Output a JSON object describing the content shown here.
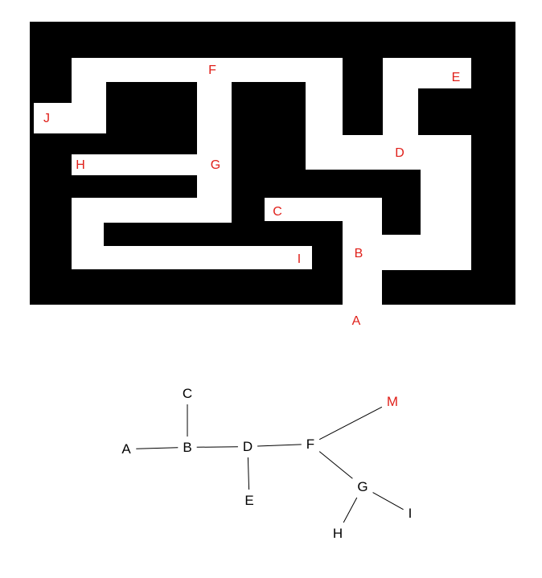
{
  "colors": {
    "background": "#ffffff",
    "maze_wall": "#000000",
    "maze_label": "#e0201a",
    "tree_label": "#000000",
    "tree_highlight": "#e0201a",
    "tree_edge": "#000000"
  },
  "maze": {
    "labels": {
      "a": "A",
      "b": "B",
      "c": "C",
      "d": "D",
      "e": "E",
      "f": "F",
      "g": "G",
      "h": "H",
      "i": "I",
      "j": "J"
    }
  },
  "tree": {
    "nodes": {
      "a": "A",
      "b": "B",
      "c": "C",
      "d": "D",
      "e": "E",
      "f": "F",
      "g": "G",
      "h": "H",
      "i": "I",
      "m": "M"
    },
    "highlighted": [
      "m"
    ],
    "edges": [
      [
        "a",
        "b"
      ],
      [
        "b",
        "c"
      ],
      [
        "b",
        "d"
      ],
      [
        "d",
        "e"
      ],
      [
        "d",
        "f"
      ],
      [
        "f",
        "m"
      ],
      [
        "f",
        "g"
      ],
      [
        "g",
        "h"
      ],
      [
        "g",
        "i"
      ]
    ]
  }
}
